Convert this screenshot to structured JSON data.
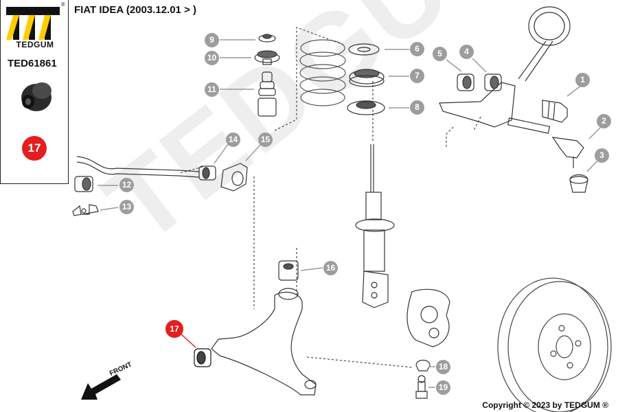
{
  "brand": {
    "name": "TEDGUM",
    "registered": "®",
    "part_number": "TED61861",
    "highlight_number": "17",
    "highlight_color": "#e41e1e"
  },
  "title": "FIAT IDEA (2003.12.01 > )",
  "watermark": "TEDGUM",
  "front_label": "FRONT",
  "copyright": "Copyright © 2023 by TEDGUM ®",
  "callouts": {
    "c1": "1",
    "c2": "2",
    "c3": "3",
    "c4": "4",
    "c5": "5",
    "c6": "6",
    "c7": "7",
    "c8": "8",
    "c9": "9",
    "c10": "10",
    "c11": "11",
    "c12": "12",
    "c13": "13",
    "c14": "14",
    "c15": "15",
    "c16": "16",
    "c17": "17",
    "c18": "18",
    "c19": "19"
  },
  "colors": {
    "callout_grey": "#9d9d9d",
    "highlight_red": "#e41e1e",
    "line": "#333333"
  },
  "icons": {
    "logo": "tedgum-logo-icon",
    "front_arrow": "front-arrow-icon"
  }
}
